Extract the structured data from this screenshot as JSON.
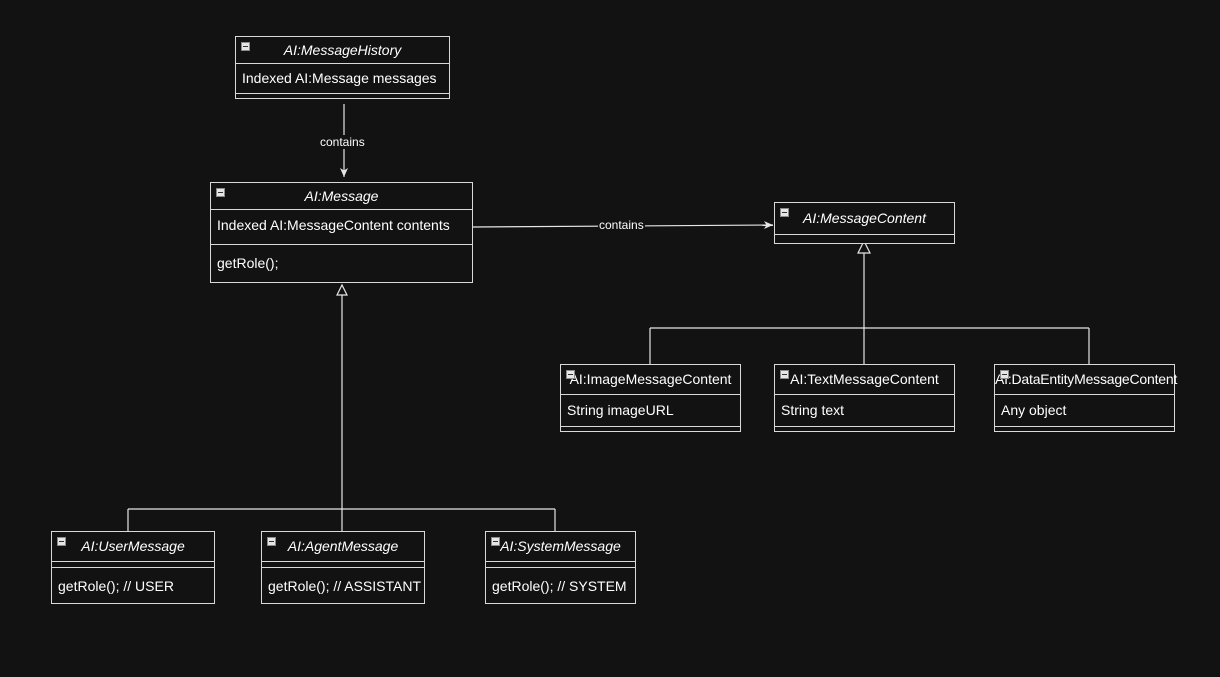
{
  "classes": {
    "message_history": {
      "name": "AI:MessageHistory",
      "attribute": "Indexed AI:Message messages"
    },
    "message": {
      "name": "AI:Message",
      "attribute": "Indexed AI:MessageContent contents",
      "method": "getRole();"
    },
    "message_content": {
      "name": "AI:MessageContent"
    },
    "image_content": {
      "name": "AI:ImageMessageContent",
      "attribute": "String imageURL"
    },
    "text_content": {
      "name": "AI:TextMessageContent",
      "attribute": "String text"
    },
    "data_entity_content": {
      "name": "AI:DataEntityMessageContent",
      "attribute": "Any object"
    },
    "user_message": {
      "name": "AI:UserMessage",
      "method": "getRole(); // USER"
    },
    "agent_message": {
      "name": "AI:AgentMessage",
      "method": "getRole(); // ASSISTANT"
    },
    "system_message": {
      "name": "AI:SystemMessage",
      "method": "getRole(); // SYSTEM"
    }
  },
  "relations": {
    "history_contains_label": "contains",
    "message_contains_label": "contains"
  },
  "colors": {
    "background": "#121212",
    "line": "#d9d9d9",
    "text": "#ffffff"
  }
}
